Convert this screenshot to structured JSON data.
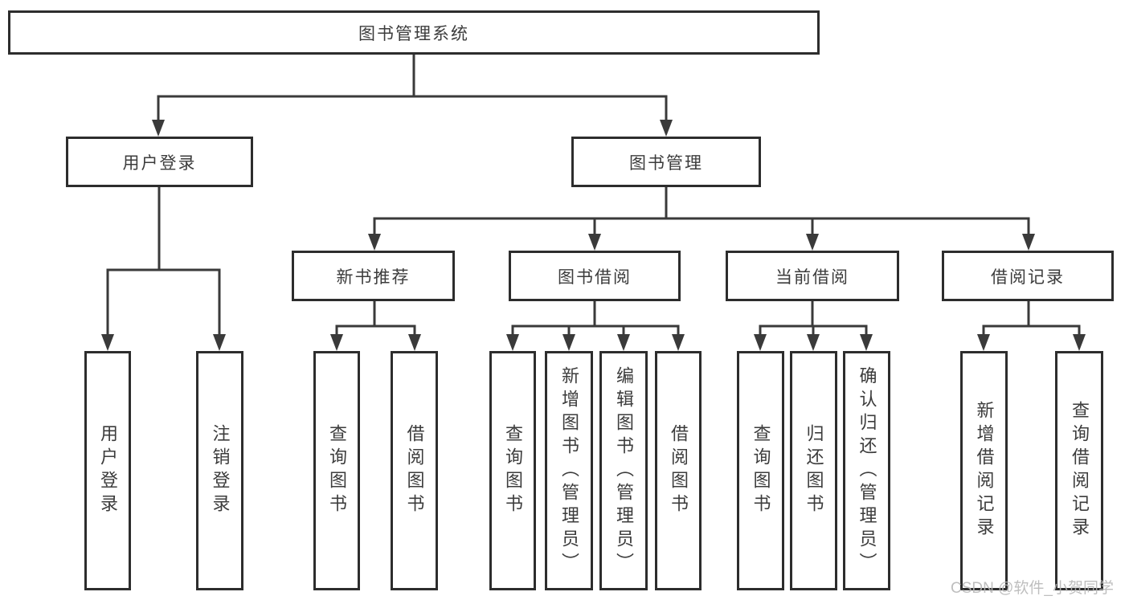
{
  "tree": {
    "label": "图书管理系统",
    "children": [
      {
        "label": "用户登录",
        "children": [
          {
            "label": "用户登录"
          },
          {
            "label": "注销登录"
          }
        ]
      },
      {
        "label": "图书管理",
        "children": [
          {
            "label": "新书推荐",
            "children": [
              {
                "label": "查询图书"
              },
              {
                "label": "借阅图书"
              }
            ]
          },
          {
            "label": "图书借阅",
            "children": [
              {
                "label": "查询图书"
              },
              {
                "label": "新增图书（管理员）"
              },
              {
                "label": "编辑图书（管理员）"
              },
              {
                "label": "借阅图书"
              }
            ]
          },
          {
            "label": "当前借阅",
            "children": [
              {
                "label": "查询图书"
              },
              {
                "label": "归还图书"
              },
              {
                "label": "确认归还（管理员）"
              }
            ]
          },
          {
            "label": "借阅记录",
            "children": [
              {
                "label": "新增借阅记录"
              },
              {
                "label": "查询借阅记录"
              }
            ]
          }
        ]
      }
    ]
  },
  "watermark": {
    "text": "CSDN @软件_小贺同学"
  },
  "colors": {
    "line": "#3a3a3a",
    "border": "#2d2d2d",
    "text": "#3c3c3c",
    "background": "#ffffff",
    "watermark": "#b8b8b8"
  }
}
